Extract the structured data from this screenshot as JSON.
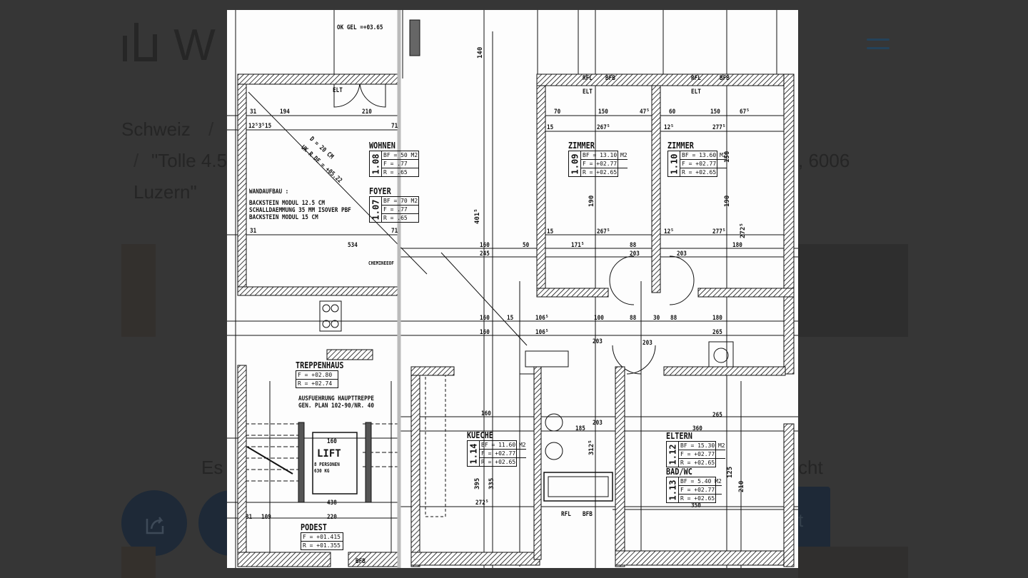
{
  "background_page": {
    "logo_text": "W",
    "breadcrumb_root": "Schweiz",
    "breadcrumb_sep": "/",
    "title_line1_start": "\"Tolle 4.5",
    "title_line1_end": ", 6006",
    "title_line2": "Luzern\"",
    "section_text_start": "Es",
    "section_text_end": "cht",
    "button_text_fragment": "t"
  },
  "plan": {
    "notes": {
      "ok_gel": "OK GEL =+03.65",
      "wandaufbau_title": "WANDAUFBAU :",
      "wandaufbau_1": "BACKSTEIN MODUL 12.5 CM",
      "wandaufbau_2": "SCHALLDAEMMUNG 35 MM ISOVER PBF",
      "wandaufbau_3": "BACKSTEIN MODUL 15 CM",
      "diag_1": "D = 20 CM",
      "diag_2": "UK R DE = +05.22",
      "treppe_1": "AUSFUEHRUNG HAUPTTREPPE",
      "treppe_2": "GEN. PLAN 102-90/NR. 40",
      "chemineeof": "CHEMINEEOF",
      "elt": "ELT",
      "rfl": "RFL",
      "bfb": "BFB",
      "lift": "LIFT",
      "lift_persons": "8 PERSONEN",
      "lift_kg": "630 KG"
    },
    "rooms": [
      {
        "name": "WOHNEN",
        "number": "1.08",
        "bf": "BF = 50 M2",
        "f": "F = .77",
        "r": "R = .65"
      },
      {
        "name": "FOYER",
        "number": "1.07",
        "bf": "BF = 70 M2",
        "f": "F = .77",
        "r": "R = .65"
      },
      {
        "name": "ZIMMER",
        "number": "1.09",
        "bf": "BF = 13.10 M2",
        "f": "F = +02.77",
        "r": "R = +02.65"
      },
      {
        "name": "ZIMMER",
        "number": "1.10",
        "bf": "BF = 13.60 M2",
        "f": "F = +02.77",
        "r": "R = +02.65"
      },
      {
        "name": "KUECHE",
        "number": "1.14",
        "bf": "BF = 11.60 M2",
        "f": "F = +02.77",
        "r": "R = +02.65"
      },
      {
        "name": "ELTERN",
        "number": "1.12",
        "bf": "BF = 15.30 M2",
        "f": "F = +02.77",
        "r": "R = +02.65"
      },
      {
        "name": "BAD/WC",
        "number": "1.13",
        "bf": "BF = 5.40 M2",
        "f": "F = +02.77",
        "r": "R = +02.65"
      }
    ],
    "treppenhaus": {
      "name": "TREPPENHAUS",
      "f": "F = +02.80",
      "r": "R = +02.74"
    },
    "podest": {
      "name": "PODEST",
      "f": "F = +01.415",
      "r": "R = +01.355"
    },
    "dims": [
      "31",
      "194",
      "210",
      "12⁵3⁵15",
      "71",
      "31",
      "71",
      "534",
      "70",
      "150",
      "47⁵",
      "60",
      "150",
      "67⁵",
      "15",
      "267⁵",
      "12⁵",
      "277⁵",
      "15",
      "267⁵",
      "12⁵",
      "277⁵",
      "160",
      "245",
      "50",
      "171⁵",
      "88",
      "203",
      "203",
      "180",
      "160",
      "15",
      "106⁵",
      "100",
      "88",
      "30",
      "88",
      "180",
      "160",
      "106⁵",
      "265",
      "160",
      "265",
      "360",
      "185",
      "160",
      "438",
      "220",
      "31",
      "109",
      "272⁵",
      "350",
      "203",
      "203",
      "203",
      "140",
      "190",
      "190",
      "150",
      "272⁵",
      "401⁵",
      "395",
      "335",
      "312⁵",
      "125",
      "210"
    ]
  }
}
